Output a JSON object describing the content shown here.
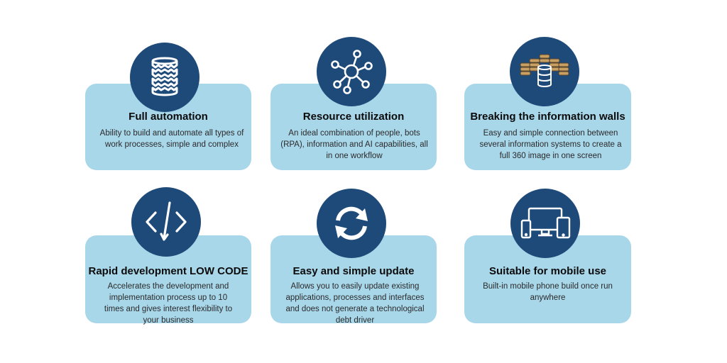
{
  "colors": {
    "card": "#a9d7ea",
    "badge": "#1e4a7a",
    "icon": "#ffffff"
  },
  "features": [
    {
      "icon": "stacked-discs-icon",
      "title": "Full automation",
      "description": "Ability to build and automate all types of work processes, simple and complex"
    },
    {
      "icon": "network-nodes-icon",
      "title": "Resource utilization",
      "description": "An ideal combination of people, bots (RPA), information and AI capabilities, all in one workflow"
    },
    {
      "icon": "database-stacks-icon",
      "title": "Breaking the information walls",
      "description": "Easy and simple connection between several information systems to create a full 360 image in one screen"
    },
    {
      "icon": "code-brackets-icon",
      "title": "Rapid development LOW CODE",
      "description": "Accelerates the development and implementation process up to 10 times and gives interest flexibility to your business"
    },
    {
      "icon": "refresh-arrows-icon",
      "title": "Easy and simple update",
      "description": "Allows you to easily update existing applications, processes and interfaces and does not generate a technological debt driver"
    },
    {
      "icon": "devices-icon",
      "title": "Suitable for mobile use",
      "description": "Built-in mobile phone build once run anywhere"
    }
  ]
}
